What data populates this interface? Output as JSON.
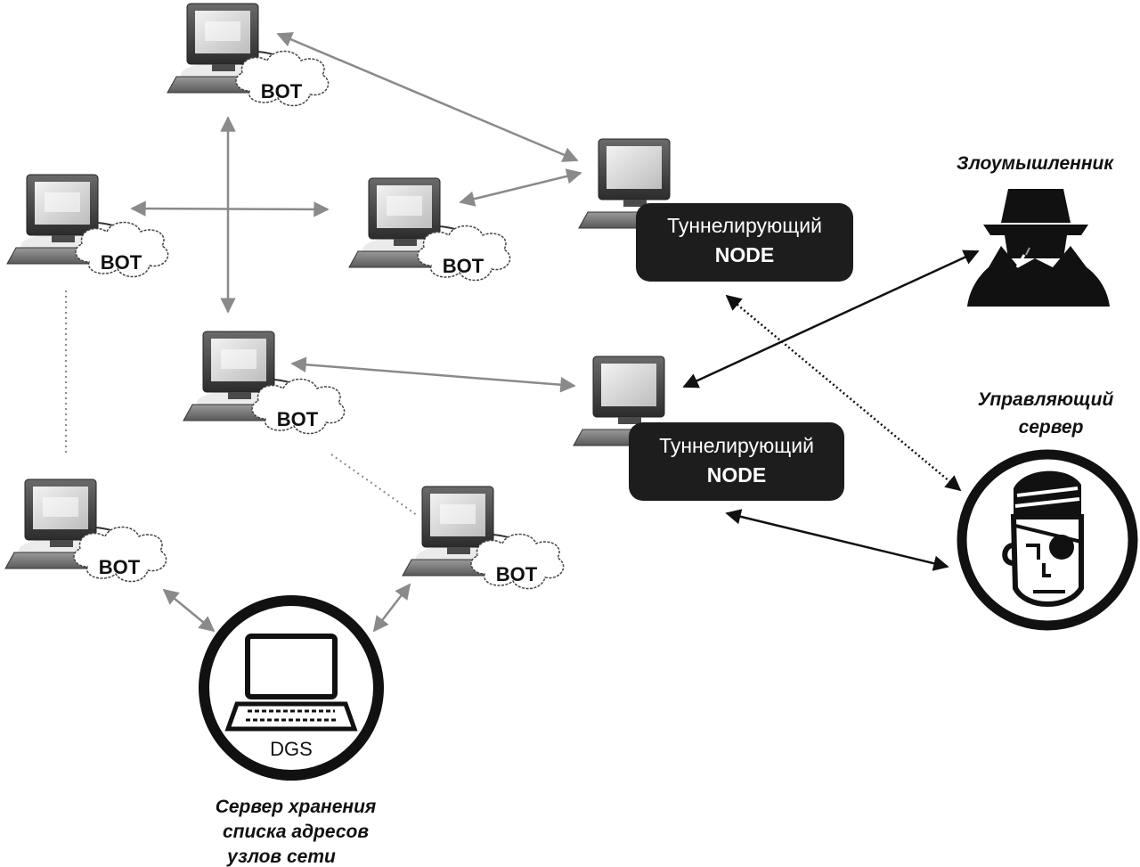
{
  "diagram": {
    "bot_label": "BOT",
    "tunnel_nodes": [
      {
        "line1": "Туннелирующий",
        "line2": "NODE"
      },
      {
        "line1": "Туннелирующий",
        "line2": "NODE"
      }
    ],
    "attacker_label": "Злоумышленник",
    "control_server_label": [
      "Управляющий",
      "сервер"
    ],
    "storage_server": {
      "screen_label": "DGS",
      "caption": [
        "Сервер хранения",
        "списка адресов",
        "узлов сети"
      ]
    }
  },
  "colors": {
    "gray_link": "#8a8a8a",
    "black_link": "#111111",
    "node_box": "#1d1d1d",
    "monitor_dark": "#3a3a3a"
  }
}
